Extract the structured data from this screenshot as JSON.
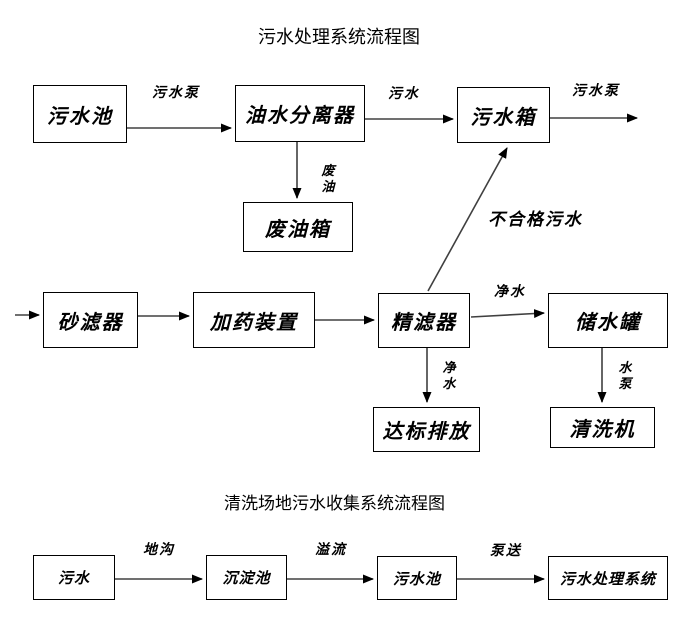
{
  "diagram1": {
    "title": "污水处理系统流程图",
    "nodes": {
      "sewage_pool": "污水池",
      "oil_water_separator": "油水分离器",
      "sewage_tank": "污水箱",
      "waste_oil_tank": "废油箱",
      "sand_filter": "砂滤器",
      "dosing_device": "加药装置",
      "fine_filter": "精滤器",
      "water_storage_tank": "储水罐",
      "standard_discharge": "达标排放",
      "washing_machine": "清洗机"
    },
    "edge_labels": {
      "sewage_pump_1": "污水泵",
      "sewage": "污水",
      "sewage_pump_2": "污水泵",
      "waste_oil": "废油",
      "unqualified_sewage": "不合格污水",
      "clean_water_h": "净水",
      "clean_water_v": "净水",
      "water_pump": "水泵"
    }
  },
  "diagram2": {
    "title": "清洗场地污水收集系统流程图",
    "nodes": {
      "sewage": "污水",
      "sedimentation_pool": "沉淀池",
      "sewage_pool": "污水池",
      "treatment_system": "污水处理系统"
    },
    "edge_labels": {
      "ditch": "地沟",
      "overflow": "溢流",
      "pump_delivery": "泵送"
    }
  },
  "colors": {
    "line": "#404040",
    "arrowhead": "#000000",
    "box_border": "#000000",
    "background": "#ffffff"
  }
}
